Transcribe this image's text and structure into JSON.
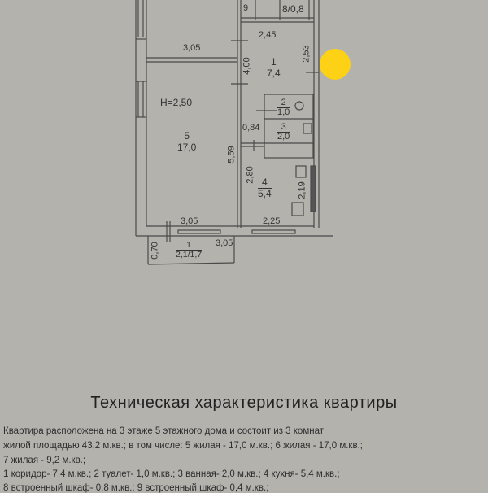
{
  "plan": {
    "rooms": {
      "r1": {
        "num": "1",
        "area": "7,4"
      },
      "r2": {
        "num": "2",
        "area": "1,0"
      },
      "r3": {
        "num": "3",
        "area": "2,0"
      },
      "r4": {
        "num": "4",
        "area": "5,4"
      },
      "r5": {
        "num": "5",
        "area": "17,0"
      },
      "r8": {
        "label": "8/0,8"
      },
      "r9": {
        "label": "9"
      },
      "balcony": {
        "num": "1",
        "area": "2,1/1,7"
      }
    },
    "dims": {
      "d_305_top": "3,05",
      "d_245": "2,45",
      "d_253": "2,53",
      "d_400": "4,00",
      "d_height": "H=2,50",
      "d_084": "0,84",
      "d_559": "5,59",
      "d_280": "2,80",
      "d_219": "2,19",
      "d_305_bottom": "3,05",
      "d_225": "2,25",
      "d_070": "0,70",
      "d_305_balcony": "3,05"
    }
  },
  "doc": {
    "title": "Техническая характеристика квартиры",
    "lines": [
      "Квартира расположена на      3      этаже      5      этажного дома и состоит из      3        комнат",
      "жилой площадью  43,2  м.кв.; в том числе:  5   жилая - 17,0  м.кв.;    6   жилая - 17,0  м.кв.;",
      "7   жилая -  9,2  м.кв.;",
      "1  коридор-   7,4  м.кв.;  2  туалет- 1,0   м.кв.;  3  ванная-  2,0 м.кв.;  4  кухня-   5,4 м.кв.;",
      "8 встроенный шкаф- 0,8 м.кв.;  9 встроенный шкаф- 0,4 м.кв.;"
    ]
  },
  "overlay": {
    "cursor_color": "#fcd116"
  }
}
